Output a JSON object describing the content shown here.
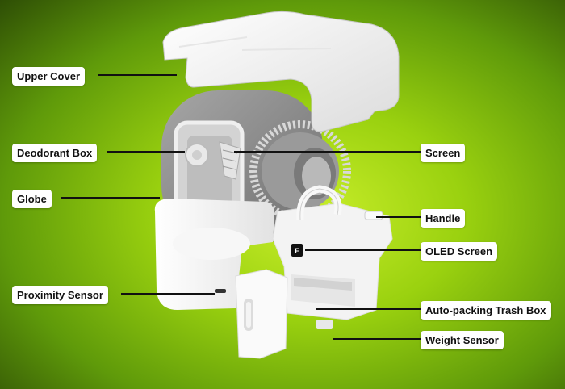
{
  "labels": {
    "upper_cover": "Upper Cover",
    "deodorant_box": "Deodorant Box",
    "globe": "Globe",
    "proximity_sensor": "Proximity Sensor",
    "screen": "Screen",
    "handle": "Handle",
    "oled_screen": "OLED Screen",
    "auto_packing_trash_box": "Auto-packing Trash Box",
    "weight_sensor": "Weight Sensor"
  },
  "oled_glyph": "F",
  "colors": {
    "background_center": "#c9ee2a",
    "background_edge": "#2e4e05",
    "device_white": "#f4f4f4",
    "globe_gray": "#8e8e8e",
    "label_bg": "#ffffff",
    "leader_line": "#111111"
  }
}
